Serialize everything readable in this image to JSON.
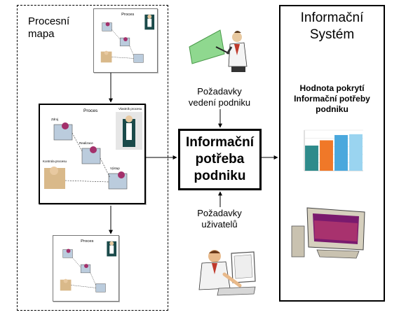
{
  "process_panel": {
    "title_line1": "Procesní",
    "title_line2": "mapa"
  },
  "thumb_labels": {
    "top_header": "Proces",
    "main_header": "Proces",
    "main_role_label": "Vlastník procesu",
    "main_step1": "Zdroj",
    "main_step2": "Realizace",
    "main_step3": "Kontrola procesu",
    "main_step4": "Výstup",
    "bottom_header": "Proces"
  },
  "center_box": {
    "line1": "Informační",
    "line2": "potřeba",
    "line3": "podniku"
  },
  "management_requirements": {
    "line1": "Požadavky",
    "line2": "vedení podniku"
  },
  "user_requirements": {
    "line1": "Požadavky",
    "line2": "uživatelů"
  },
  "info_system": {
    "title_line1": "Informační",
    "title_line2": "Systém",
    "coverage_line1": "Hodnota pokrytí",
    "coverage_line2": "Informační potřeby",
    "coverage_line3": "podniku"
  },
  "colors": {
    "bar1": "#2e8b8b",
    "bar2": "#f07828",
    "bar3": "#4aa8dd",
    "bar4": "#9ad4f0",
    "arrow": "#000000"
  },
  "chart_data": {
    "type": "bar",
    "categories": [
      "",
      "",
      "",
      ""
    ],
    "values": [
      62,
      75,
      88,
      90
    ],
    "ylim": [
      0,
      100
    ]
  }
}
